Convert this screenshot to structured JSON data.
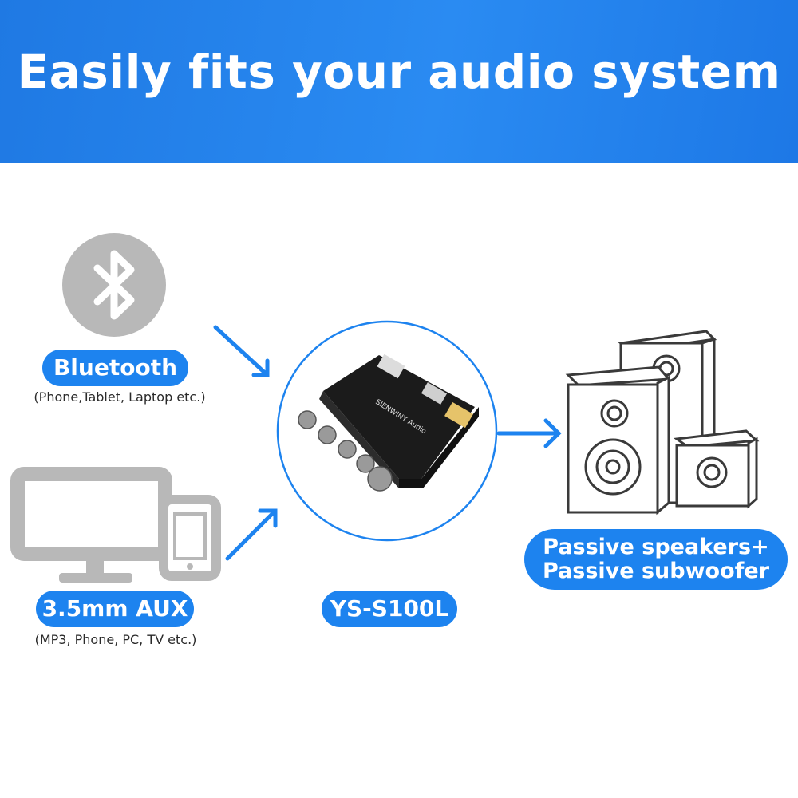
{
  "banner": {
    "title": "Easily fits your audio system"
  },
  "inputs": {
    "bluetooth": {
      "label": "Bluetooth",
      "note": "(Phone,Tablet, Laptop etc.)",
      "icon": "bluetooth-icon"
    },
    "aux": {
      "label": "3.5mm AUX",
      "note": "(MP3, Phone, PC, TV etc.)",
      "icon": "monitor-phone-icon"
    }
  },
  "device": {
    "model": "YS-S100L",
    "board_brand": "SIENWINY Audio"
  },
  "output": {
    "line1": "Passive speakers+",
    "line2": "Passive subwoofer",
    "icon": "speakers-icon"
  },
  "colors": {
    "accent": "#1d83ef",
    "icon_grey": "#b8b8b8",
    "ring": "#1d83ef"
  }
}
